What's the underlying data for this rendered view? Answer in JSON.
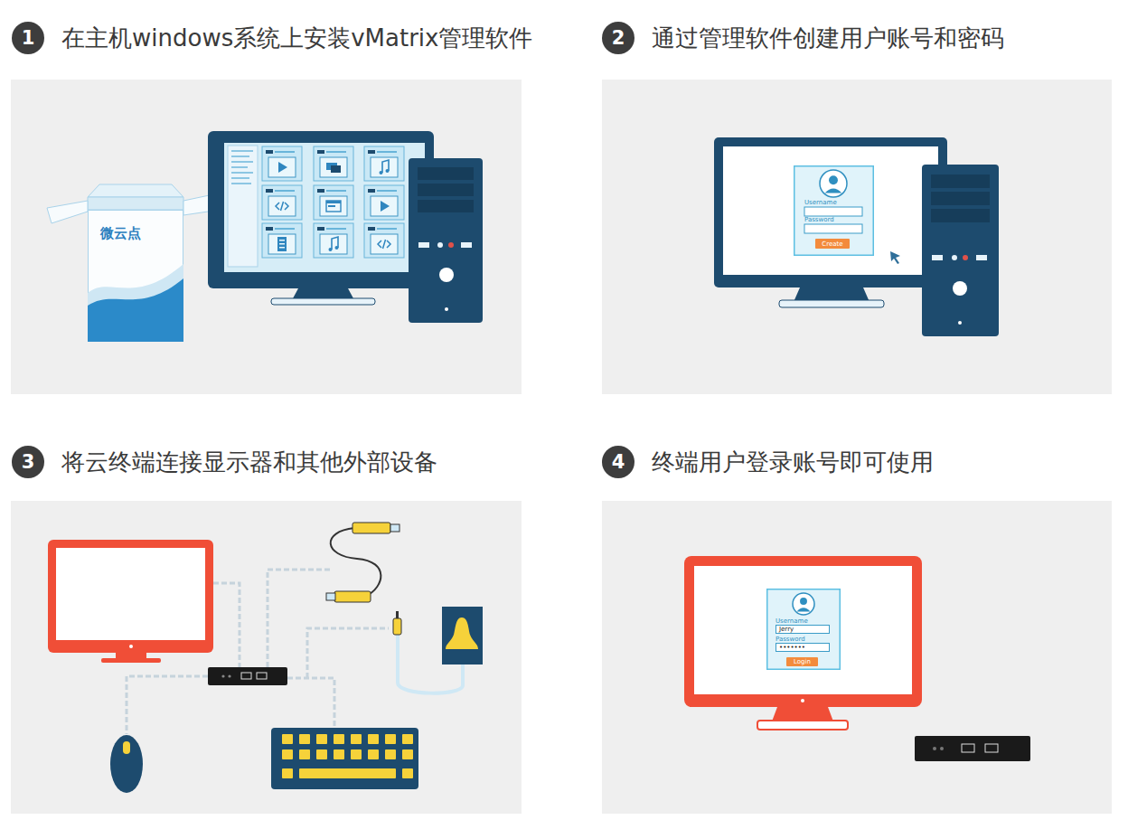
{
  "diagram": {
    "nodes": [
      {
        "text": [
          "1"
        ]
      },
      {
        "text": [
          "在主机windows系统上安装vMatrix管理软件"
        ]
      },
      {
        "text": [
          "微云点"
        ],
        "in": 1
      },
      {
        "text": [
          "2"
        ]
      },
      {
        "text": [
          "通过管理软件创建用户账号和密码"
        ]
      },
      {
        "text": [
          "Username",
          "Password"
        ],
        "in": 4
      },
      {
        "text": [
          "Create"
        ],
        "in": 5
      },
      {
        "text": [
          "3"
        ]
      },
      {
        "text": [
          "将云终端连接显示器和其他外部设备"
        ]
      },
      {
        "text": [
          "4"
        ]
      },
      {
        "text": [
          "终端用户登录账号即可使用"
        ]
      },
      {
        "text": [
          "Username",
          "Password"
        ],
        "in": 10
      },
      {
        "text": [
          "Jerry"
        ],
        "in": 11
      },
      {
        "text": [
          "•••••••"
        ],
        "in": 11
      },
      {
        "text": [
          "Login"
        ],
        "in": 11
      }
    ]
  }
}
